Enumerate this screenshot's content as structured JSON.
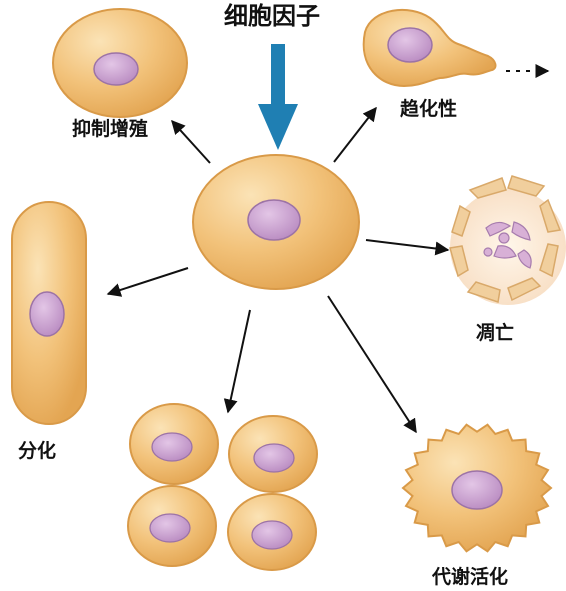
{
  "diagram": {
    "title": "细胞因子",
    "outcomes": {
      "inhibit_proliferation": "抑制增殖",
      "chemotaxis": "趋化性",
      "apoptosis": "凋亡",
      "differentiation": "分化",
      "metabolic_activation": "代谢活化"
    },
    "colors": {
      "cell_fill": "#f2c27a",
      "cell_edge": "#d99a48",
      "cell_highlight": "#fbe3b6",
      "nucleus_fill": "#c9a0cf",
      "nucleus_edge": "#9c73a6",
      "arrow": "#111111",
      "signal_arrow": "#1f7fb3"
    }
  }
}
